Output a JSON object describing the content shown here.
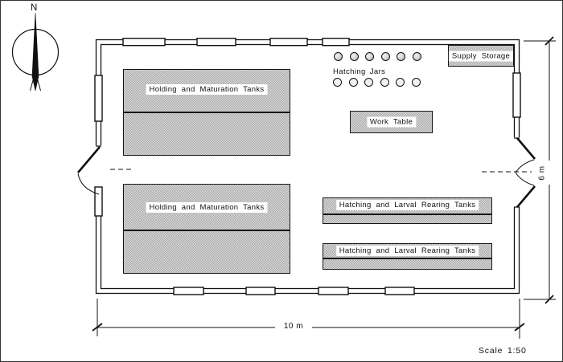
{
  "north": {
    "label": "N"
  },
  "storage": {
    "label": "Supply Storage"
  },
  "tanks": {
    "holding_top": {
      "label": "Holding and Maturation Tanks"
    },
    "holding_bottom": {
      "label": "Holding and Maturation Tanks"
    },
    "work_table": {
      "label": "Work Table"
    },
    "rearing_1": {
      "label": "Hatching and Larval Rearing Tanks"
    },
    "rearing_2": {
      "label": "Hatching and Larval Rearing Tanks"
    }
  },
  "jars": {
    "label": "Hatching Jars",
    "rows": 2,
    "per_row": 6
  },
  "dims": {
    "width_label": "10 m",
    "height_label": "6 m"
  },
  "scale": {
    "label": "Scale 1:50"
  },
  "colors": {
    "line": "#111111",
    "stipple": "#c9c9c9",
    "background": "#ffffff"
  }
}
